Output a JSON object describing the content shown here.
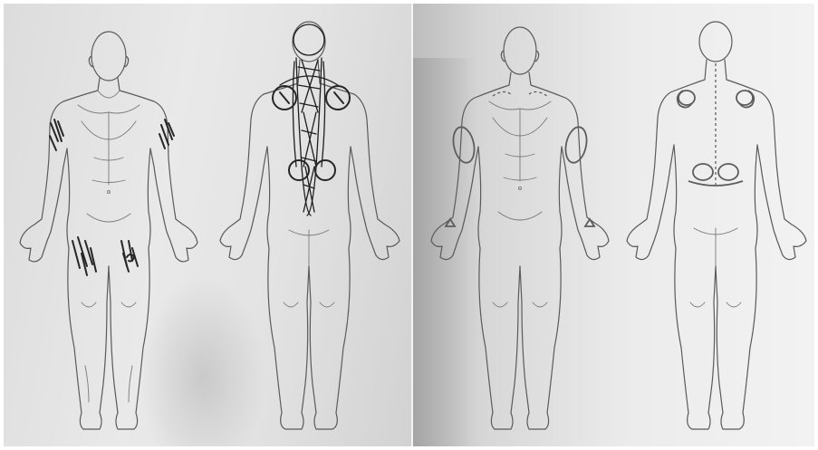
{
  "image": {
    "subject": "",
    "panels": [
      {
        "views": [
          "front",
          "back"
        ],
        "markings": [
          "upper-arm-hatching",
          "thigh-hatching",
          "spine-scribbles",
          "shoulder-circles",
          "lower-back-circles"
        ]
      },
      {
        "views": [
          "front",
          "back"
        ],
        "markings": [
          "upper-arm-ovals",
          "wrist-triangles",
          "dashed-shoulders",
          "dashed-spine",
          "shoulder-circles",
          "sacral-circles"
        ]
      }
    ]
  }
}
